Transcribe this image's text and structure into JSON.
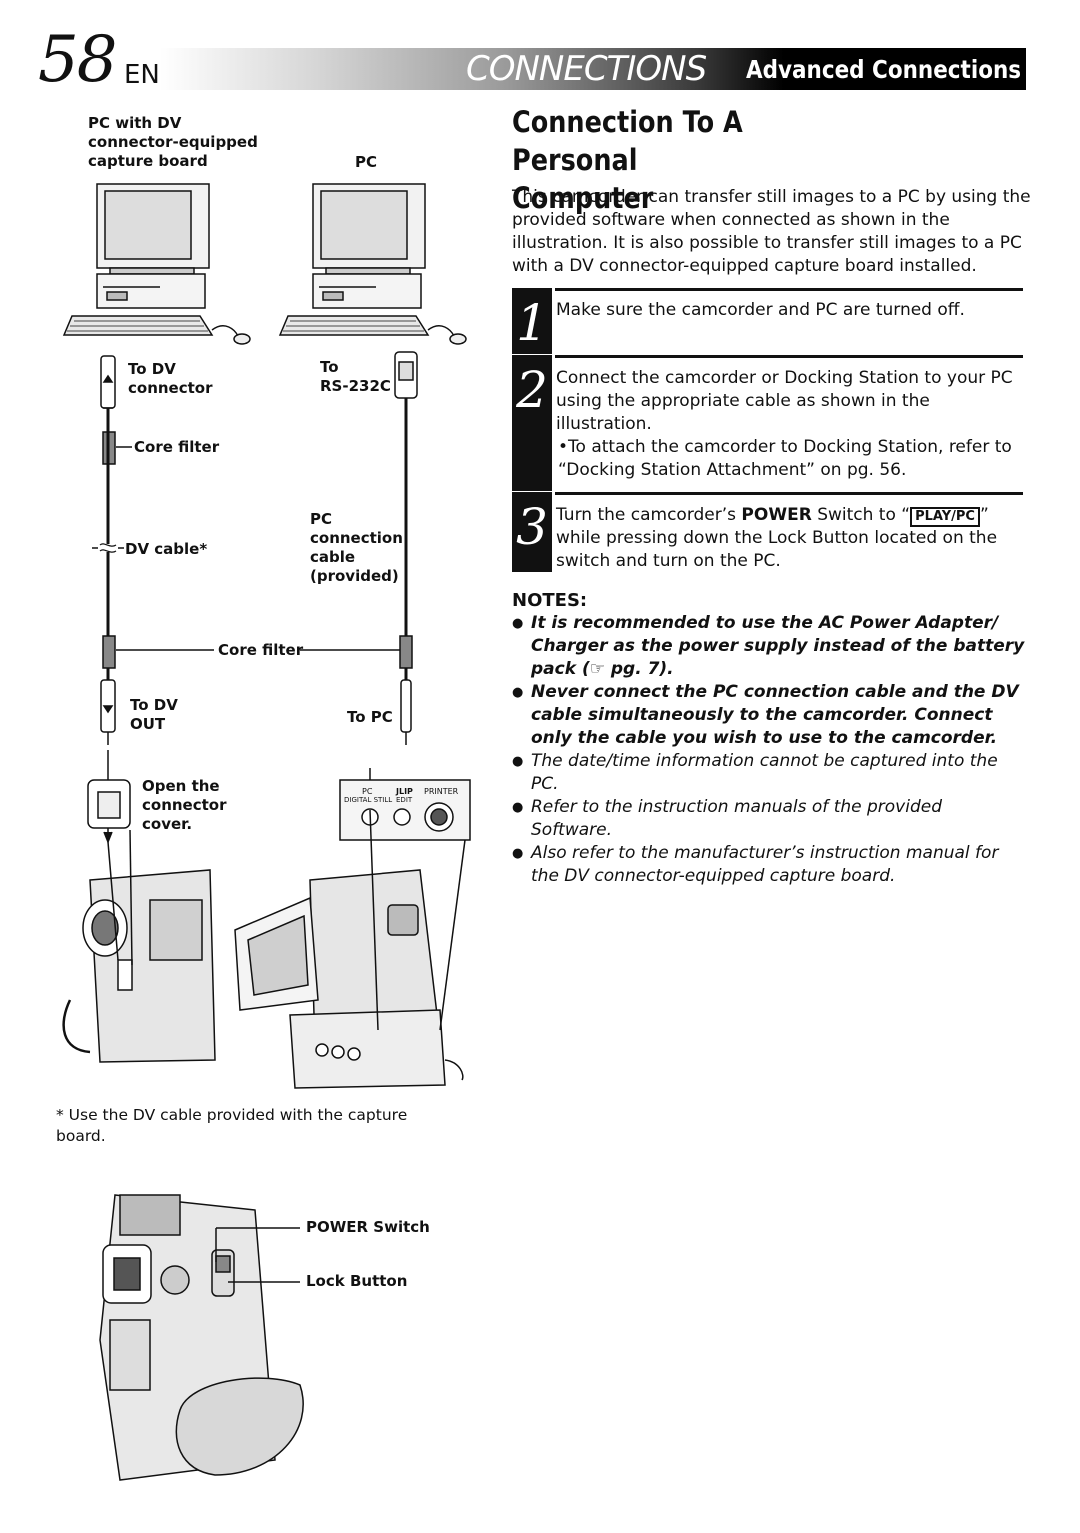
{
  "header": {
    "page_number": "58",
    "lang": "EN",
    "section": "CONNECTIONS",
    "subsection": "Advanced Connections"
  },
  "title_line1": "Connection To A Personal",
  "title_line2": "Computer",
  "intro": "This camcorder can transfer still images to a PC by using the provided software when connected as shown in the illustration. It is also possible to transfer still images to a PC with a DV connector-equipped capture board installed.",
  "steps": [
    {
      "num": "1",
      "text": "Make sure the camcorder and PC are turned off."
    },
    {
      "num": "2",
      "text": "Connect the camcorder or Docking Station to your PC using the appropriate cable as shown in the illustration.",
      "sub": "•To attach the camcorder to Docking Station, refer to “Docking Station Attachment” on pg. 56."
    },
    {
      "num": "3",
      "pre": "Turn the camcorder’s ",
      "bold": "POWER",
      "mid": " Switch to “",
      "key": "PLAY/PC",
      "post": "” while pressing down the Lock Button located on the switch and turn on the PC."
    }
  ],
  "notes_heading": "NOTES:",
  "notes": [
    "It is recommended to use the AC Power Adapter/ Charger as the power supply instead of the battery pack (☞ pg. 7).",
    "Never connect the PC connection cable and the DV cable simultaneously to the camcorder. Connect only the cable you wish to use to the camcorder.",
    "The date/time information cannot be captured into the PC.",
    "Refer to the instruction manuals of the provided Software.",
    "Also refer to the manufacturer’s instruction manual for the DV connector-equipped capture board."
  ],
  "diagram": {
    "pc_dv_l1": "PC with DV",
    "pc_dv_l2": "connector-equipped",
    "pc_dv_l3": "capture board",
    "pc": "PC",
    "to_dv_connector_l1": "To DV",
    "to_dv_connector_l2": "connector",
    "to_rs_l1": "To",
    "to_rs_l2": "RS-232C",
    "core_filter_top": "Core filter",
    "pc_cable_l1": "PC",
    "pc_cable_l2": "connection",
    "pc_cable_l3": "cable",
    "pc_cable_l4": "(provided)",
    "dv_cable": "DV cable*",
    "core_filter_bottom": "Core filter",
    "to_dv_out_l1": "To DV",
    "to_dv_out_l2": "OUT",
    "to_pc": "To PC",
    "open_l1": "Open the",
    "open_l2": "connector",
    "open_l3": "cover.",
    "jack_pc": "PC",
    "jack_jlip": "JLIP",
    "jack_printer": "PRINTER",
    "jack_digital": "DIGITAL STILL",
    "jack_edit": "EDIT"
  },
  "footnote": "* Use the DV cable provided with the capture board.",
  "power_switch_label": "POWER Switch",
  "lock_button_label": "Lock Button"
}
